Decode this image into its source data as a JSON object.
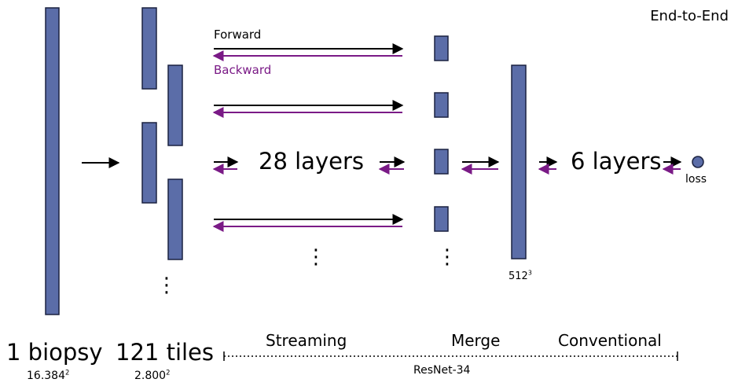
{
  "title": "End-to-End",
  "labels": {
    "forward": "Forward",
    "backward": "Backward",
    "layers_28": "28 layers",
    "layers_6": "6 layers",
    "loss": "loss",
    "volume_base": "512",
    "volume_exp": "3",
    "biopsy": "1 biopsy",
    "biopsy_size_base": "16.384",
    "biopsy_size_exp": "2",
    "tiles": "121 tiles",
    "tiles_size_base": "2.800",
    "tiles_size_exp": "2",
    "streaming": "Streaming",
    "merge": "Merge",
    "conventional": "Conventional",
    "network": "ResNet-34",
    "ellipsis": "⋮"
  },
  "colors": {
    "block_fill": "#5b6da8",
    "block_stroke": "#1b2240",
    "forward_arrow": "#000000",
    "backward_arrow": "#7a1a86"
  }
}
